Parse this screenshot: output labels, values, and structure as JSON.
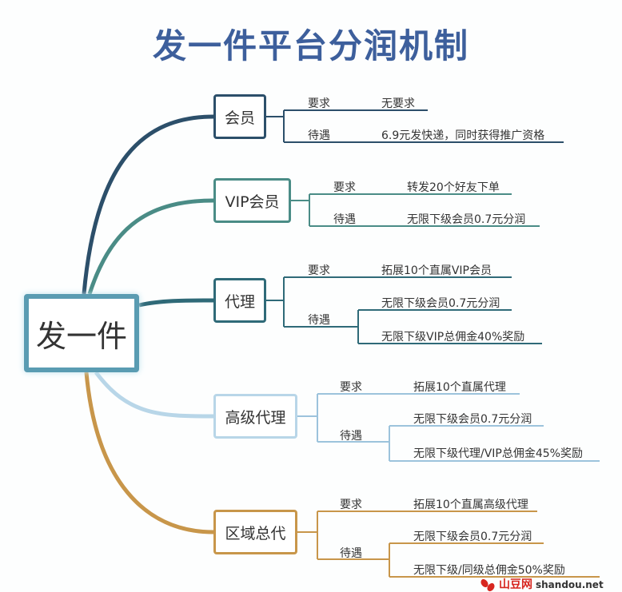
{
  "title": "发一件平台分润机制",
  "root": "发一件",
  "branches": [
    {
      "name": "会员",
      "color": "#2c4f6a",
      "req_label": "要求",
      "req": "无要求",
      "ben_label": "待遇",
      "benefits": [
        "6.9元发快递，同时获得推广资格"
      ]
    },
    {
      "name": "VIP会员",
      "color": "#4a8c86",
      "req_label": "要求",
      "req": "转发20个好友下单",
      "ben_label": "待遇",
      "benefits": [
        "无限下级会员0.7元分润"
      ]
    },
    {
      "name": "代理",
      "color": "#2f6a78",
      "req_label": "要求",
      "req": "拓展10个直属VIP会员",
      "ben_label": "待遇",
      "benefits": [
        "无限下级会员0.7元分润",
        "无限下级VIP总佣金40%奖励"
      ]
    },
    {
      "name": "高级代理",
      "color": "#9cc3dc",
      "req_label": "要求",
      "req": "拓展10个直属代理",
      "ben_label": "待遇",
      "benefits": [
        "无限下级会员0.7元分润",
        "无限下级代理/VIP总佣金45%奖励"
      ]
    },
    {
      "name": "区域总代",
      "color": "#c8964a",
      "req_label": "要求",
      "req": "拓展10个直属高级代理",
      "ben_label": "待遇",
      "benefits": [
        "无限下级会员0.7元分润",
        "无限下级/同级总佣金50%奖励"
      ]
    }
  ],
  "watermark": {
    "name": "山豆网",
    "url": "shandou.net"
  }
}
